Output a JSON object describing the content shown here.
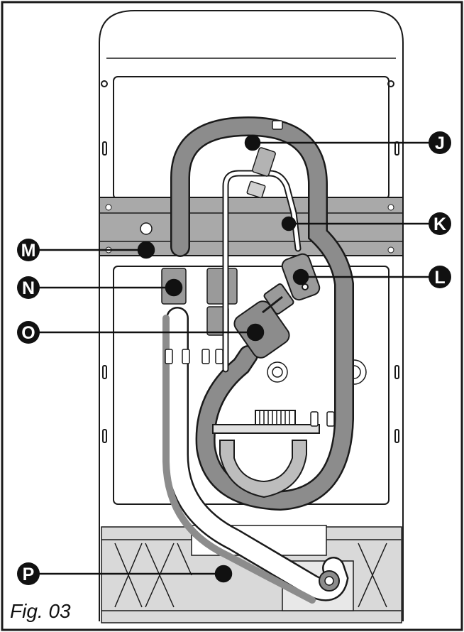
{
  "figure_label": "Fig. 03",
  "callouts": {
    "J": "J",
    "K": "K",
    "L": "L",
    "M": "M",
    "N": "N",
    "O": "O",
    "P": "P"
  },
  "colors": {
    "line": "#1a1a1a",
    "hose": "#8c8c8c",
    "part": "#a6a6a6",
    "background": "#ffffff"
  }
}
